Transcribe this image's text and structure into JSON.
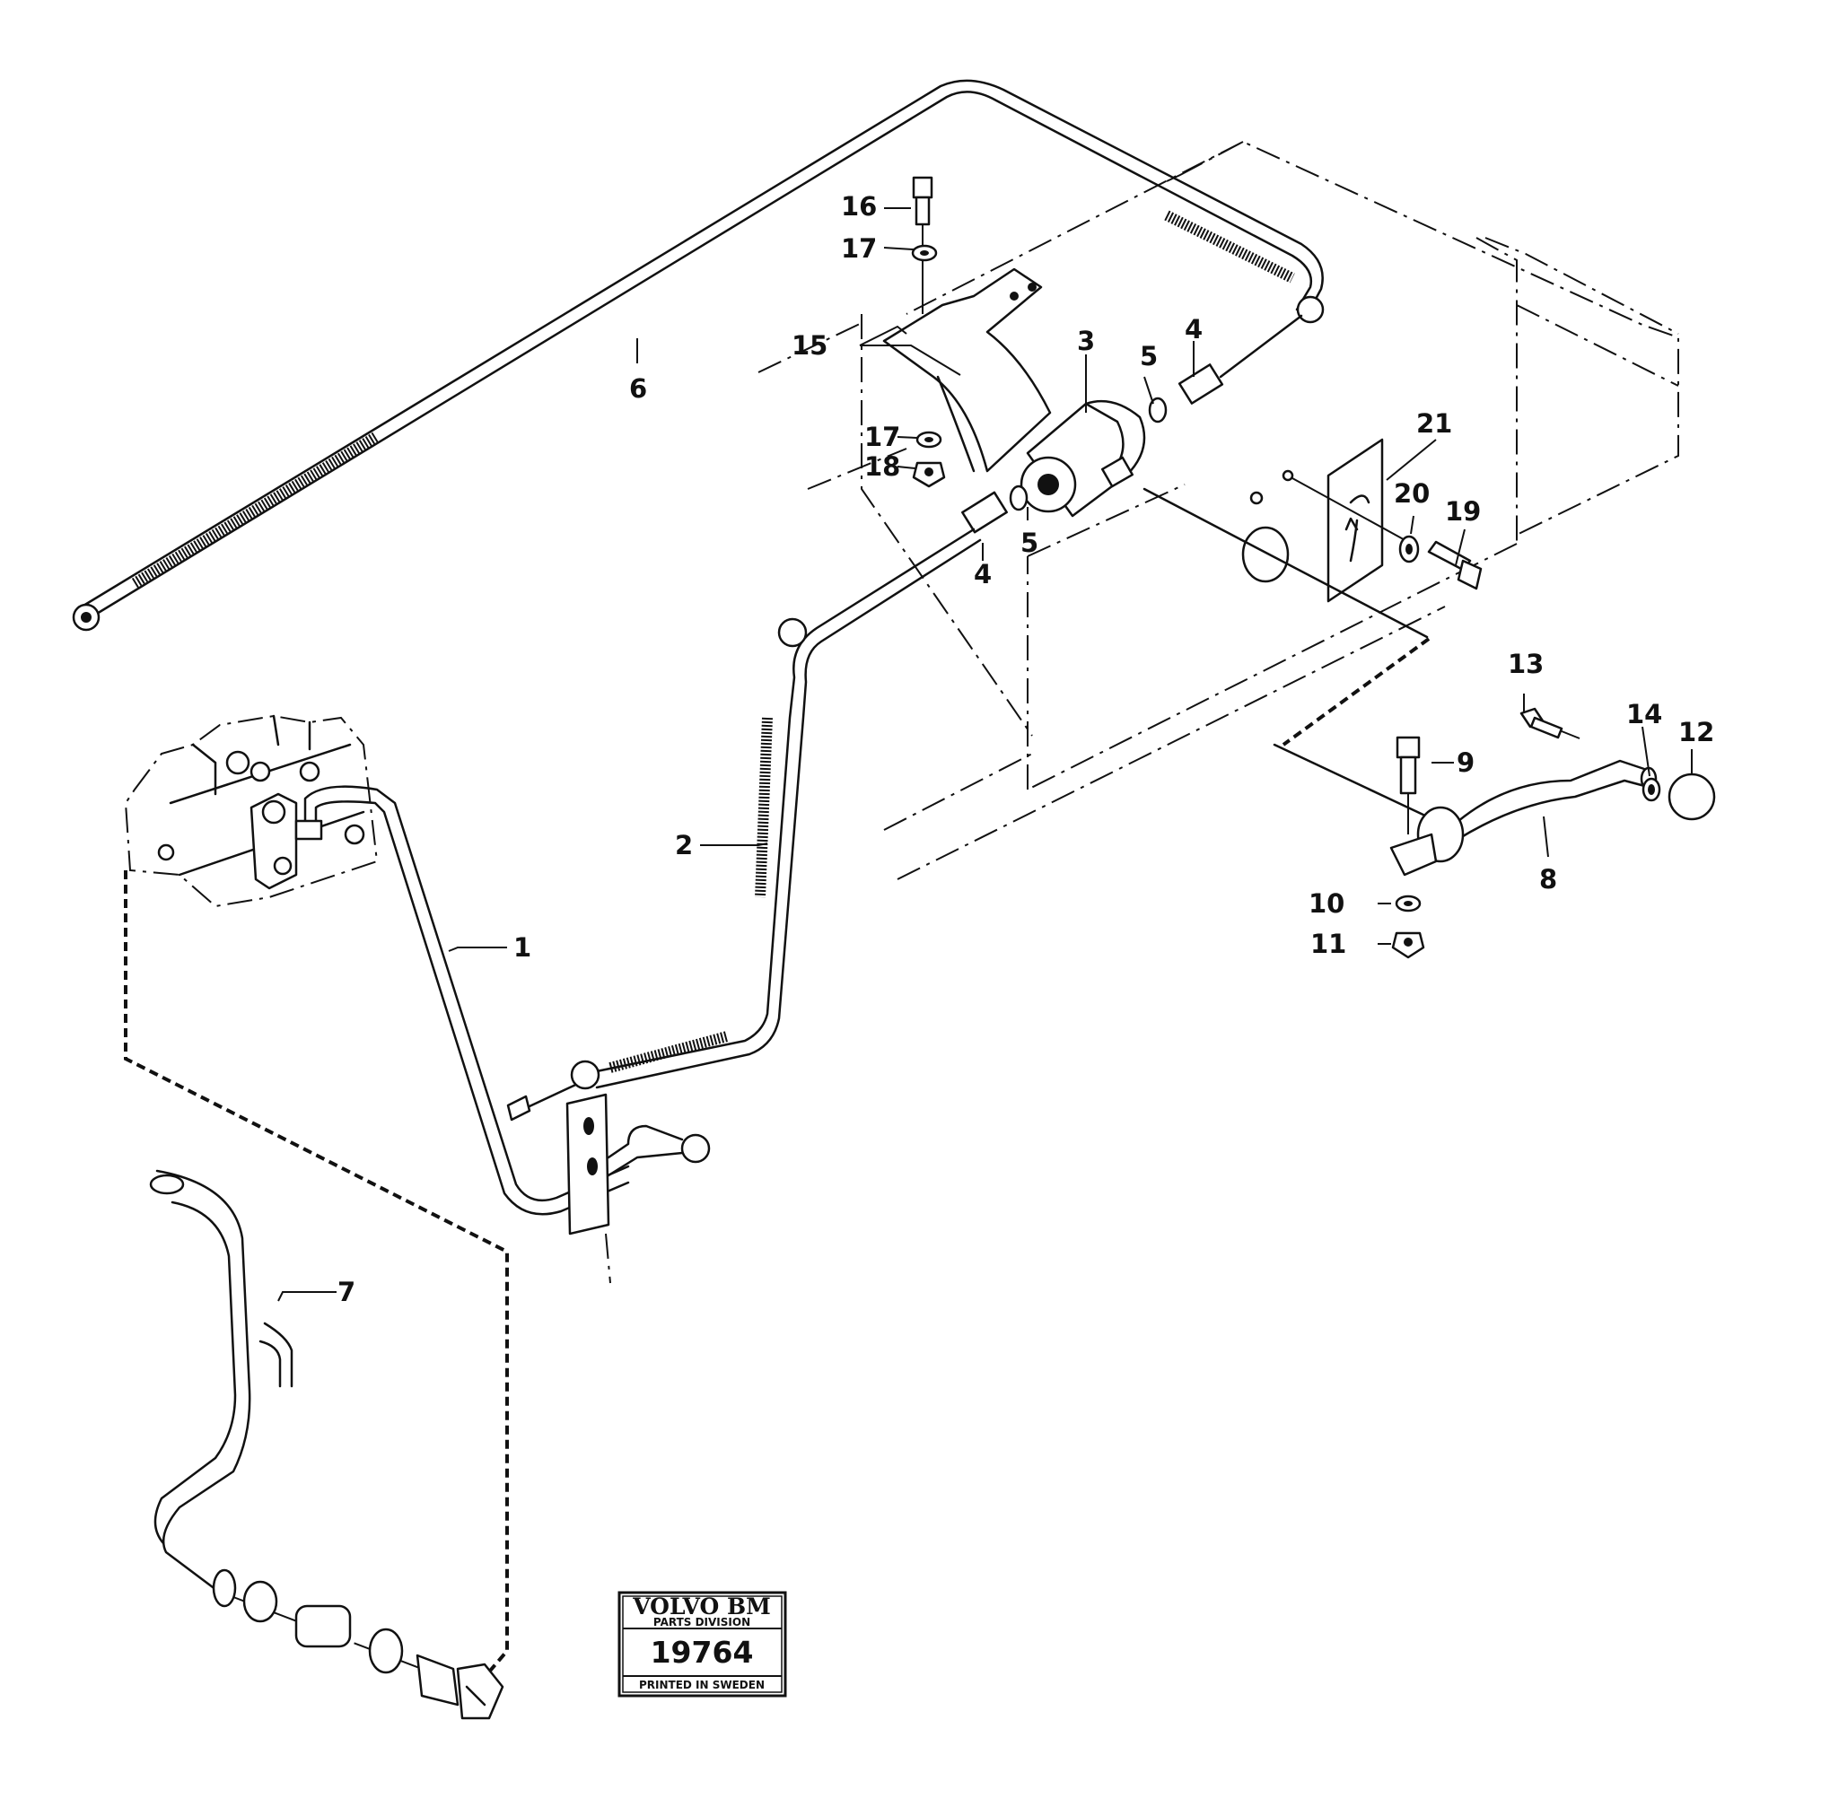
{
  "stamp": {
    "brand": "VOLVO BM",
    "division": "PARTS DIVISION",
    "number": "19764",
    "printed": "PRINTED IN SWEDEN"
  },
  "callouts": {
    "c1": "1",
    "c2": "2",
    "c3": "3",
    "c4a": "4",
    "c4b": "4",
    "c5a": "5",
    "c5b": "5",
    "c6": "6",
    "c7": "7",
    "c8": "8",
    "c9": "9",
    "c10": "10",
    "c11": "11",
    "c12": "12",
    "c13": "13",
    "c14": "14",
    "c15": "15",
    "c16": "16",
    "c17a": "17",
    "c17b": "17",
    "c18": "18",
    "c19": "19",
    "c20": "20",
    "c21": "21"
  }
}
